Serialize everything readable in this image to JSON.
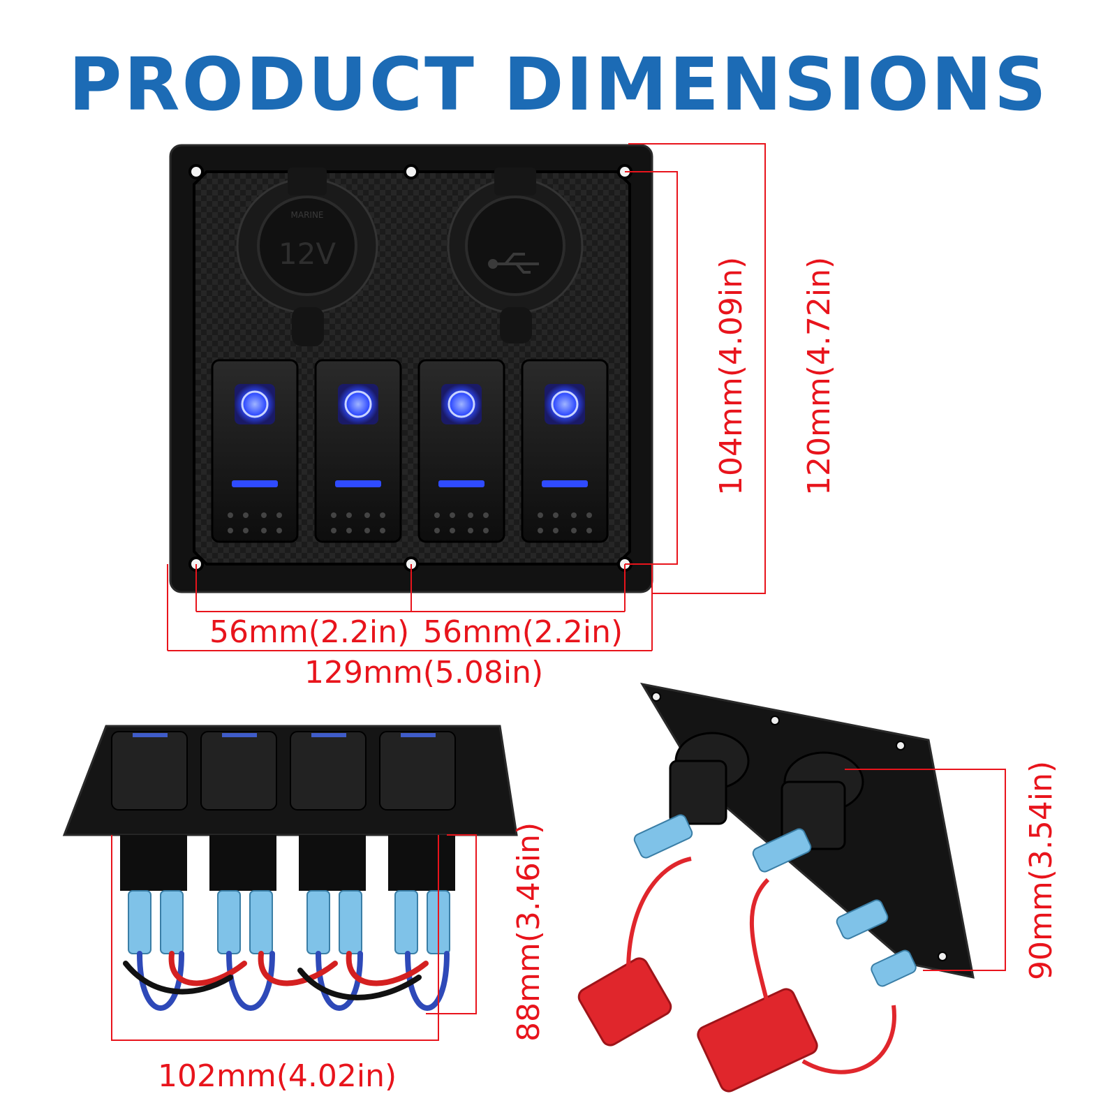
{
  "title": "PRODUCT DIMENSIONS",
  "colors": {
    "title": "#1c6bb5",
    "dimension": "#e8141c",
    "panel": "#151515",
    "led": "#2f4bff"
  },
  "front_view": {
    "socket_12v_label": "12V",
    "socket_12v_ring_text": "MARINE",
    "usb_icon": "usb-icon",
    "switch_count": 4
  },
  "dimensions": {
    "inner_height": "104mm(4.09in)",
    "outer_height": "120mm(4.72in)",
    "hole_spacing_left": "56mm(2.2in)",
    "hole_spacing_right": "56mm(2.2in)",
    "outer_width": "129mm(5.08in)",
    "rear_width": "102mm(4.02in)",
    "rear_depth": "88mm(3.46in)",
    "side_depth": "90mm(3.54in)"
  }
}
